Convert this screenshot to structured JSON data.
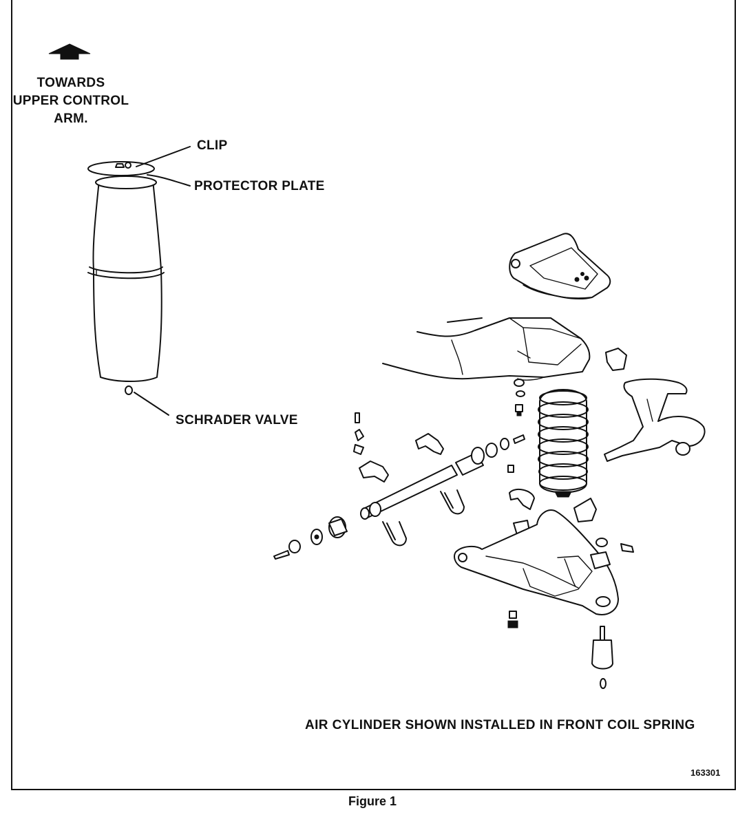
{
  "direction_label": {
    "lines": [
      "TOWARDS",
      "UPPER CONTROL",
      "ARM."
    ]
  },
  "callouts": {
    "clip": "CLIP",
    "protector_plate": "PROTECTOR PLATE",
    "schrader_valve": "SCHRADER VALVE"
  },
  "caption": "AIR CYLINDER SHOWN INSTALLED IN FRONT COIL SPRING",
  "drawing_number": "163301",
  "figure_caption": "Figure 1",
  "icons": {
    "direction_arrow": "up-arrow-icon"
  }
}
